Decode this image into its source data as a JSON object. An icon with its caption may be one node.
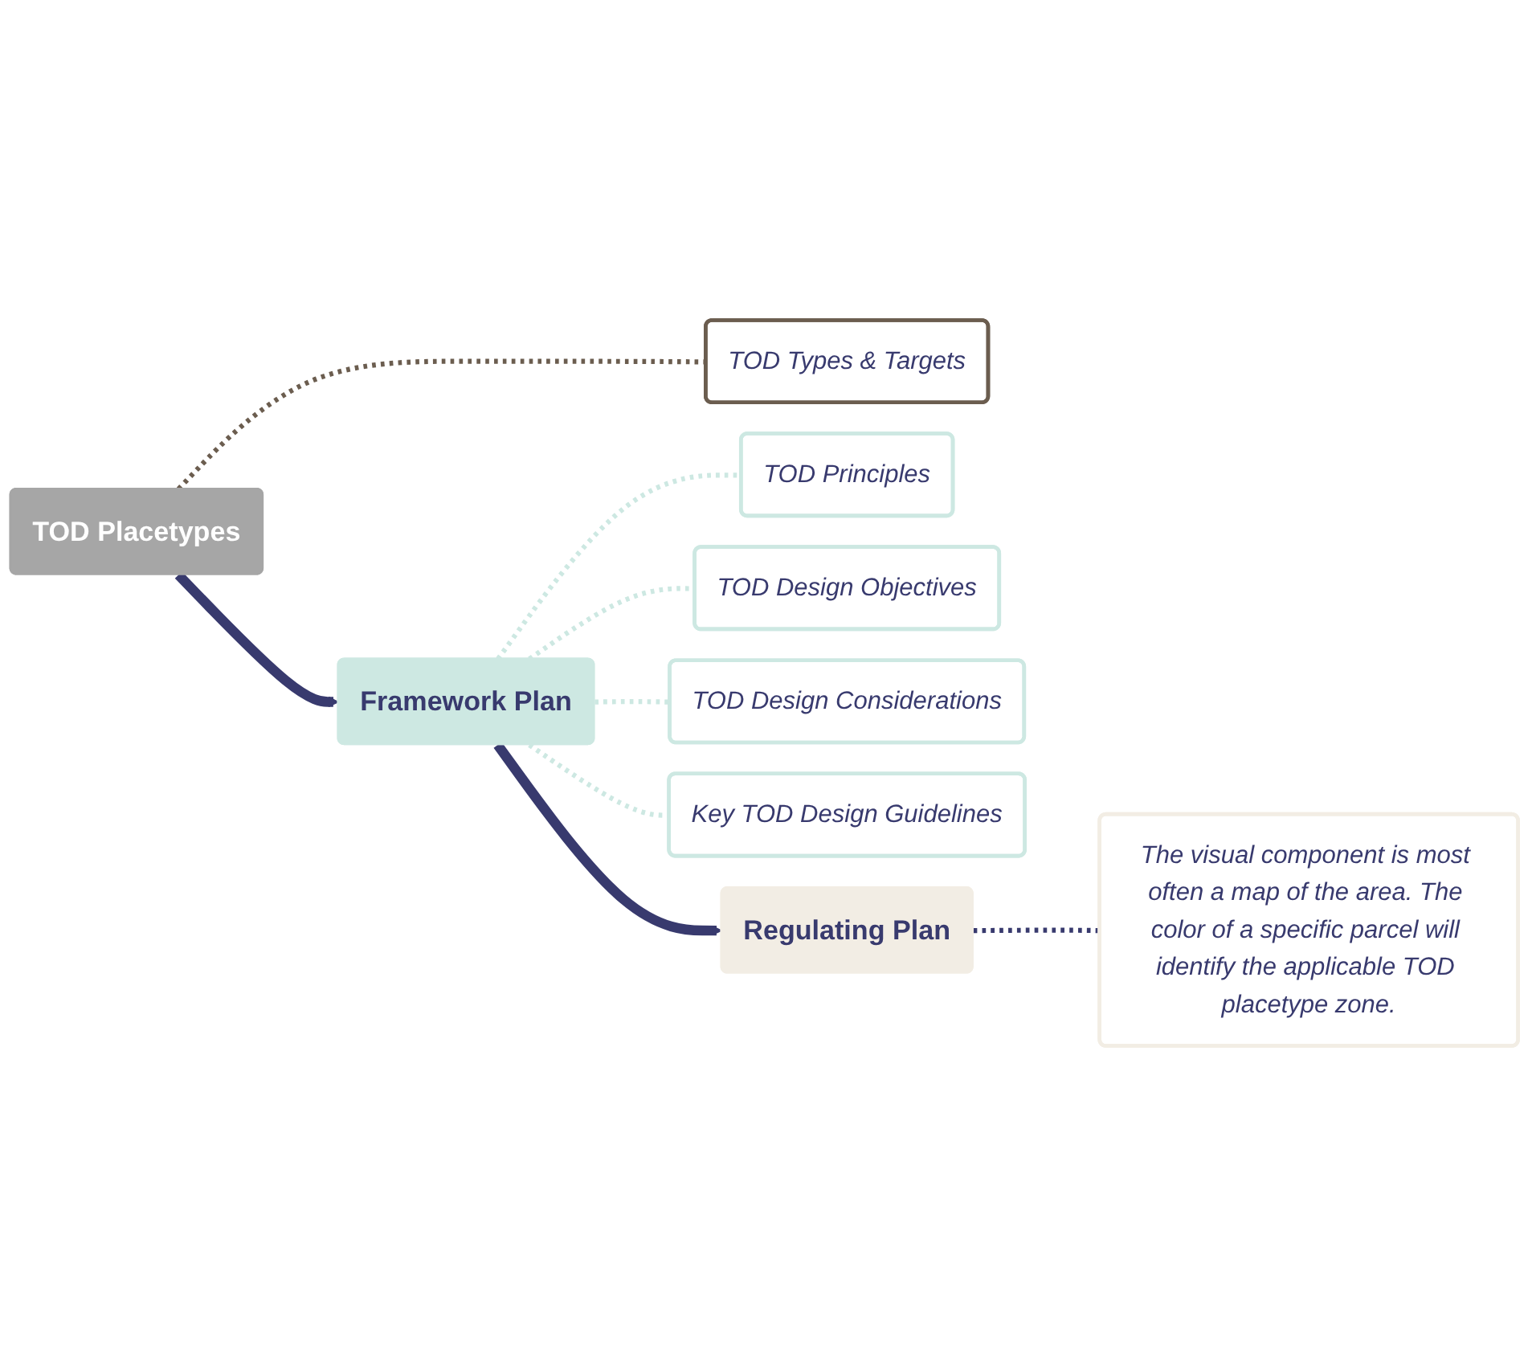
{
  "diagram": {
    "nodes": [
      {
        "text": [
          "TOD Placetypes"
        ]
      },
      {
        "text": [
          "TOD Types & Targets"
        ]
      },
      {
        "text": [
          "Framework Plan"
        ]
      },
      {
        "text": [
          "TOD Principles"
        ]
      },
      {
        "text": [
          "TOD Design Objectives"
        ]
      },
      {
        "text": [
          "TOD Design Considerations"
        ]
      },
      {
        "text": [
          "Key TOD Design Guidelines"
        ]
      },
      {
        "text": [
          "Regulating Plan"
        ]
      },
      {
        "text": [
          "The visual component is most often a map of the area. The color of a specific parcel will identify the applicable TOD placetype zone."
        ]
      }
    ],
    "edges": [
      {
        "from": 0,
        "to": 1,
        "arrow": "none",
        "style": "dashed",
        "color": "#6b5d4f"
      },
      {
        "from": 0,
        "to": 2,
        "arrow": "to",
        "style": "thick",
        "color": "#383a6e"
      },
      {
        "from": 2,
        "to": 3,
        "arrow": "none",
        "style": "dashed",
        "color": "#cde8e2"
      },
      {
        "from": 2,
        "to": 4,
        "arrow": "none",
        "style": "dashed",
        "color": "#cde8e2"
      },
      {
        "from": 2,
        "to": 5,
        "arrow": "none",
        "style": "dashed",
        "color": "#cde8e2"
      },
      {
        "from": 2,
        "to": 6,
        "arrow": "none",
        "style": "dashed",
        "color": "#cde8e2"
      },
      {
        "from": 2,
        "to": 7,
        "arrow": "to",
        "style": "thick",
        "color": "#383a6e"
      },
      {
        "from": 7,
        "to": 8,
        "arrow": "none",
        "style": "dashed",
        "color": "#383a6e"
      }
    ]
  }
}
